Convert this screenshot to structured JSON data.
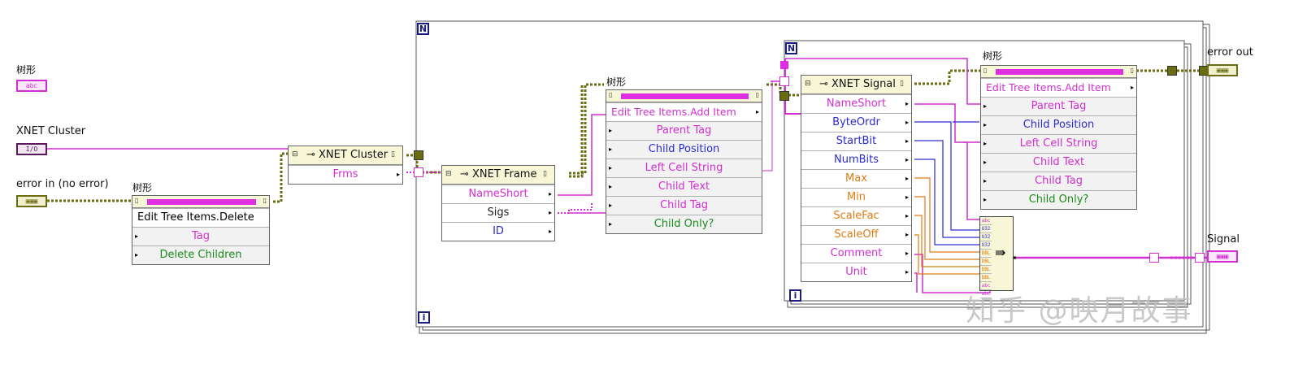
{
  "controls": {
    "tree_label": "树形",
    "tree_terminal": "abc",
    "xnet_cluster_label": "XNET Cluster",
    "xnet_cluster_terminal": "I/O",
    "error_in_label": "error in (no error)",
    "error_out_label": "error out",
    "signal_label": "Signal"
  },
  "loops": {
    "outer_count": "N",
    "outer_iter": "i",
    "inner_count": "N",
    "inner_iter": "i"
  },
  "nodes": {
    "delete": {
      "label": "树形",
      "method": "Edit Tree Items.Delete",
      "inputs": [
        "Tag",
        "Delete Children"
      ]
    },
    "cluster": {
      "title": "XNET Cluster",
      "props": [
        "Frms"
      ]
    },
    "frame": {
      "title": "XNET Frame",
      "props": [
        "NameShort",
        "Sigs",
        "ID"
      ]
    },
    "add_item_1": {
      "label": "树形",
      "method": "Edit Tree Items.Add Item",
      "inputs": [
        "Parent Tag",
        "Child Position",
        "Left Cell String",
        "Child Text",
        "Child Tag",
        "Child Only?"
      ]
    },
    "signal": {
      "title": "XNET Signal",
      "props": [
        "NameShort",
        "ByteOrdr",
        "StartBit",
        "NumBits",
        "Max",
        "Min",
        "ScaleFac",
        "ScaleOff",
        "Comment",
        "Unit"
      ]
    },
    "add_item_2": {
      "label": "树形",
      "method": "Edit Tree Items.Add Item",
      "inputs": [
        "Parent Tag",
        "Child Position",
        "Left Cell String",
        "Child Text",
        "Child Tag",
        "Child Only?"
      ]
    }
  },
  "bundle_types": [
    "abc",
    "U32",
    "U32",
    "U32",
    "DBL",
    "DBL",
    "DBL",
    "DBL",
    "abc",
    "abc"
  ],
  "watermark": "知乎 @映月故事",
  "colors": {
    "string_wire": "#d12fd1",
    "refnum_wire": "#6b6b10",
    "numeric_wire": "#2b2bd0",
    "float_wire": "#e07a10",
    "bool_wire": "#1a8a1a"
  }
}
